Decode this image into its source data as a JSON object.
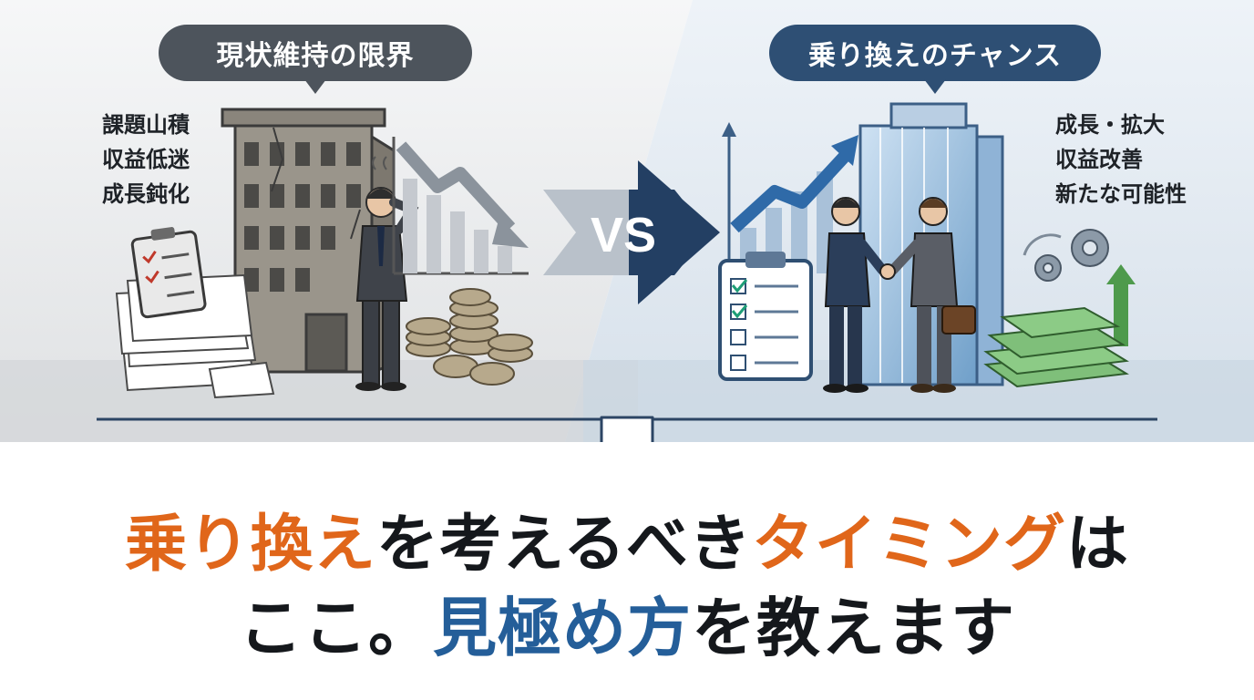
{
  "left_panel": {
    "title": "現状維持の限界",
    "keywords": [
      "課題山積",
      "収益低迷",
      "成長鈍化"
    ]
  },
  "right_panel": {
    "title": "乗り換えのチャンス",
    "keywords": [
      "成長・拡大",
      "収益改善",
      "新たな可能性"
    ]
  },
  "vs_label": "VS",
  "headline": {
    "line1": [
      {
        "text": "乗り換え",
        "tone": "orange"
      },
      {
        "text": "を考えるべき",
        "tone": "black"
      },
      {
        "text": "タイミング",
        "tone": "orange"
      },
      {
        "text": "は",
        "tone": "black"
      }
    ],
    "line2": [
      {
        "text": "ここ。",
        "tone": "black"
      },
      {
        "text": "見極め方",
        "tone": "blue"
      },
      {
        "text": "を教えます",
        "tone": "black"
      }
    ]
  },
  "colors": {
    "accent_orange": "#e0661a",
    "accent_blue": "#245e99",
    "text_dark": "#15181c",
    "bubble_left": "#4d545c",
    "bubble_right": "#2e4f74"
  }
}
